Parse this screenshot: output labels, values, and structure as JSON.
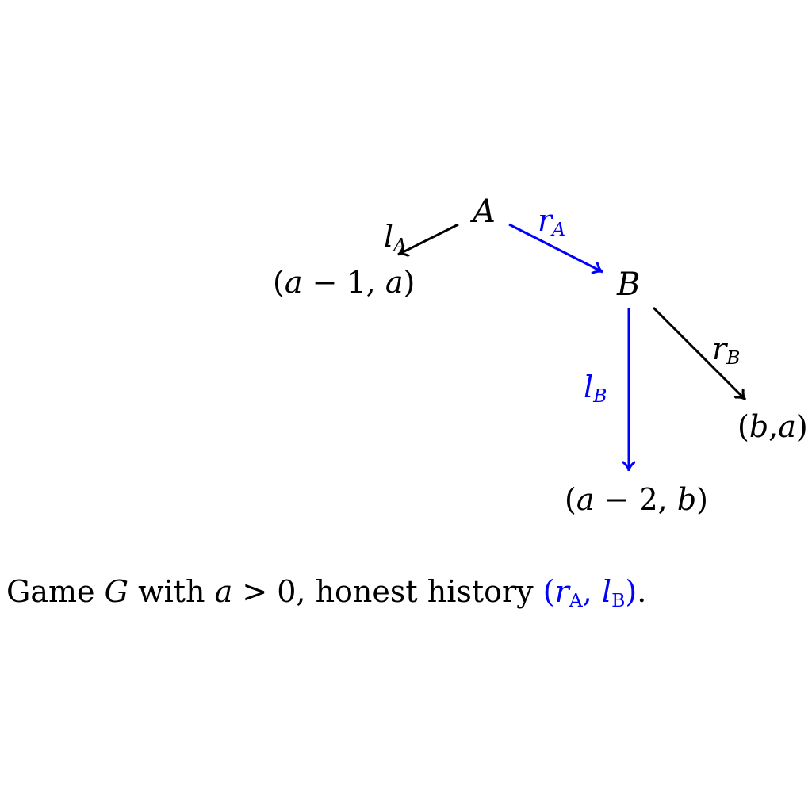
{
  "colors": {
    "honest": "#0000ff",
    "default": "#000000"
  },
  "nodes": {
    "A": {
      "label": "A"
    },
    "B": {
      "label": "B"
    }
  },
  "edges": {
    "lA": {
      "base": "l",
      "sub": "A"
    },
    "rA": {
      "base": "r",
      "sub": "A"
    },
    "lB": {
      "base": "l",
      "sub": "B"
    },
    "rB": {
      "base": "r",
      "sub": "B"
    }
  },
  "payoffs": {
    "lA": {
      "open": "(",
      "v1": "a",
      "minus": " − 1,",
      "v2": "a",
      "close": ")"
    },
    "lB": {
      "open": "(",
      "v1": "a",
      "minus": " − 2,",
      "v2": "b",
      "close": ")"
    },
    "rB": {
      "open": "(",
      "v1": "b",
      "minus": ",",
      "v2": "a",
      "close": ")"
    }
  },
  "caption": {
    "t1": "Game ",
    "g": "G",
    "t2": " with ",
    "a": "a",
    "t3": " > 0, honest history ",
    "hl_open": "(",
    "hl_r": "r",
    "hl_rsub": "A",
    "hl_sep": ", ",
    "hl_l": "l",
    "hl_lsub": "B",
    "hl_close": ")",
    "t4": "."
  }
}
